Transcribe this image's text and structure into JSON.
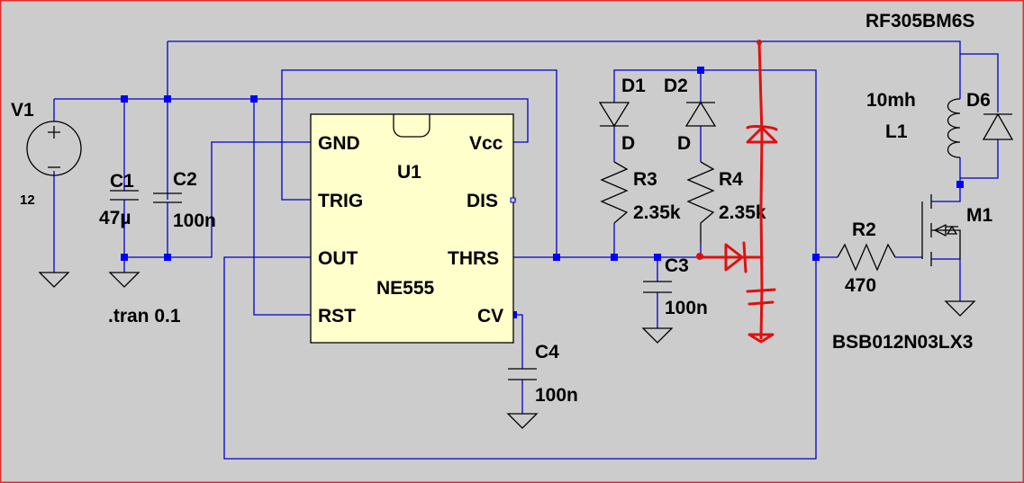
{
  "colors": {
    "background": "#cccccc",
    "wire": "#0000cc",
    "component": "#000000",
    "ic_fill": "#ffffcc",
    "annotation": "#e01010",
    "frame": "#e03030"
  },
  "sources": {
    "v1": {
      "name": "V1",
      "value": "12"
    }
  },
  "capacitors": {
    "c1": {
      "name": "C1",
      "value": "47µ"
    },
    "c2": {
      "name": "C2",
      "value": "100n"
    },
    "c3": {
      "name": "C3",
      "value": "100n"
    },
    "c4": {
      "name": "C4",
      "value": "100n"
    }
  },
  "ic": {
    "name": "U1",
    "model": "NE555",
    "pins": {
      "gnd": "GND",
      "trig": "TRIG",
      "out": "OUT",
      "rst": "RST",
      "vcc": "Vcc",
      "dis": "DIS",
      "thrs": "THRS",
      "cv": "CV"
    }
  },
  "diodes": {
    "d1": {
      "name": "D1",
      "model": "D"
    },
    "d2": {
      "name": "D2",
      "model": "D"
    },
    "d6": {
      "name": "D6",
      "model": "RF305BM6S"
    }
  },
  "resistors": {
    "r2": {
      "name": "R2",
      "value": "470"
    },
    "r3": {
      "name": "R3",
      "value": "2.35k"
    },
    "r4": {
      "name": "R4",
      "value": "2.35k"
    }
  },
  "inductor": {
    "name": "L1",
    "value": "10mh"
  },
  "mosfet": {
    "name": "M1",
    "model": "BSB012N03LX3"
  },
  "directive": ".tran 0.1"
}
